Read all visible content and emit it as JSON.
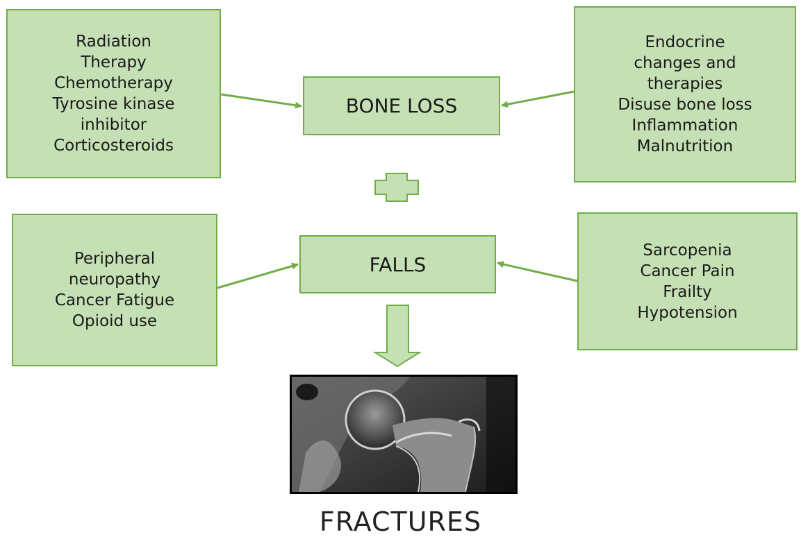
{
  "colors": {
    "box_fill": "#c5e0b4",
    "box_border": "#70ad47",
    "arrow": "#70ad47"
  },
  "top_left": {
    "lines": [
      "Radiation",
      "Therapy",
      "Chemotherapy",
      "Tyrosine kinase",
      "inhibitor",
      "Corticosteroids"
    ]
  },
  "top_right": {
    "lines": [
      "Endocrine",
      "changes and",
      "therapies",
      "Disuse bone loss",
      "Inflammation",
      "Malnutrition"
    ]
  },
  "bone_loss": {
    "label": "BONE LOSS"
  },
  "plus_icon": "plus-icon",
  "falls": {
    "label": "FALLS"
  },
  "bottom_left": {
    "lines": [
      "Peripheral",
      "neuropathy",
      "Cancer Fatigue",
      "Opioid use"
    ]
  },
  "bottom_right": {
    "lines": [
      "Sarcopenia",
      "Cancer Pain",
      "Frailty",
      "Hypotension"
    ]
  },
  "down_arrow_icon": "down-arrow-icon",
  "xray_image": "hip-xray-image",
  "fractures": {
    "label": "FRACTURES"
  }
}
